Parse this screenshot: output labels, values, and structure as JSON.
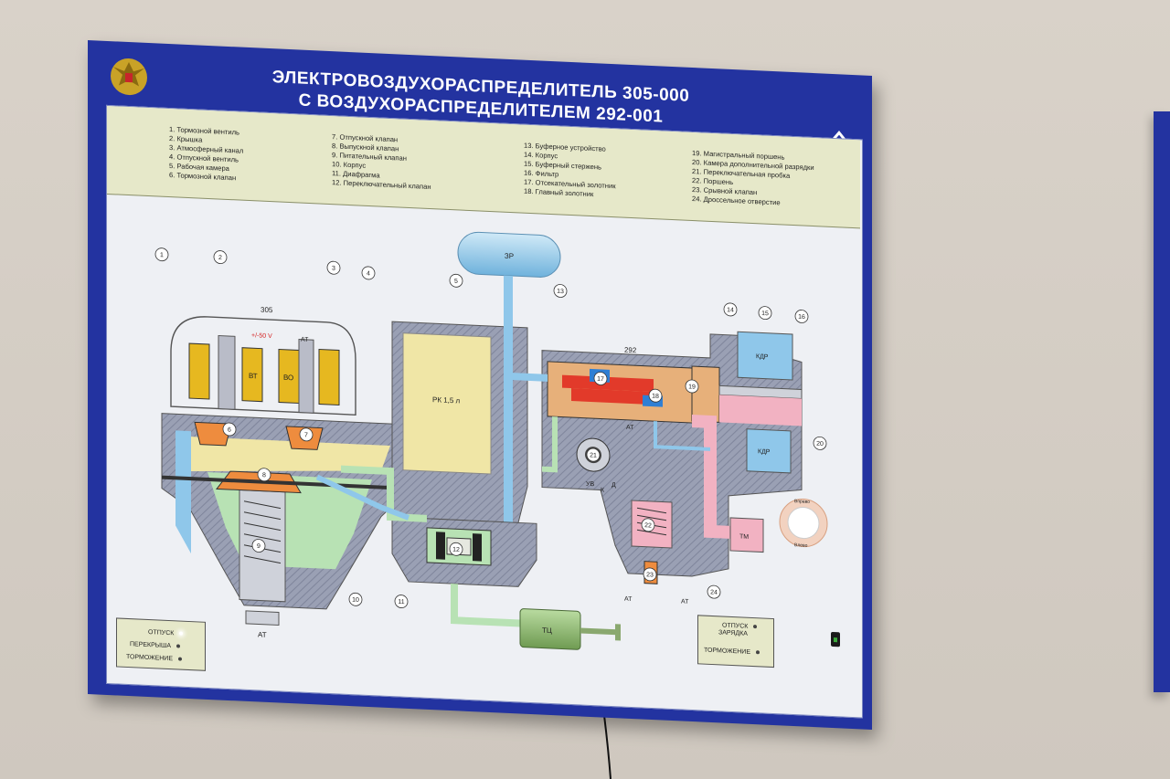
{
  "poster": {
    "title_line1": "ЭЛЕКТРОВОЗДУХОРАСПРЕДЕЛИТЕЛЬ 305-000",
    "title_line2": "С ВОЗДУХОРАСПРЕДЕЛИТЕЛЕМ 292-001",
    "legend_col1": [
      "1. Тормозной вентиль",
      "2. Крышка",
      "3. Атмосферный канал",
      "4. Отпускной вентиль",
      "5. Рабочая камера",
      "6. Тормозной клапан"
    ],
    "legend_col2": [
      "7. Отпускной клапан",
      "8. Выпускной клапан",
      "9. Питательный клапан",
      "10. Корпус",
      "11. Диафрагма",
      "12. Переключательный клапан"
    ],
    "legend_col3": [
      "13. Буферное устройство",
      "14. Корпус",
      "15. Буферный стержень",
      "16. Фильтр",
      "17. Отсекательный золотник",
      "18. Главный золотник"
    ],
    "legend_col4": [
      "19. Магистральный поршень",
      "20. Камера дополнительной разрядки",
      "21. Переключательная пробка",
      "22. Поршень",
      "23. Срывной клапан",
      "24. Дроссельное отверстие"
    ]
  },
  "diagram": {
    "reservoir_label": "ЗР",
    "label_305": "305",
    "label_292": "292",
    "voltage": "+/-50 V",
    "label_at": "АТ",
    "coil_vt": "ВТ",
    "coil_vo": "ВО",
    "chamber_label": "РК 1,5 л",
    "kdr_label": "КДР",
    "tm_label": "ТМ",
    "tc_label": "ТЦ",
    "uv": "УВ",
    "k": "К",
    "d": "Д",
    "knob_top": "Вправо",
    "knob_bottom": "Влево",
    "callouts": [
      "1",
      "2",
      "3",
      "4",
      "5",
      "6",
      "7",
      "8",
      "9",
      "10",
      "11",
      "12",
      "13",
      "14",
      "15",
      "16",
      "17",
      "18",
      "19",
      "20",
      "21",
      "22",
      "23",
      "24"
    ]
  },
  "controls_left": {
    "release": "ОТПУСК",
    "overlap": "ПЕРЕКРЫША",
    "braking": "ТОРМОЖЕНИЕ"
  },
  "controls_right": {
    "release_line1": "ОТПУСК",
    "release_line2": "ЗАРЯДКА",
    "braking": "ТОРМОЖЕНИЕ"
  },
  "colors": {
    "frame": "#2333a0",
    "legend_bg": "#e6e8c9",
    "body_gray": "#9aa0b4",
    "air_blue": "#8fc7ea",
    "pink": "#f2b2c2",
    "green": "#b8e2b4",
    "yellow": "#f0e6a6",
    "orange": "#ee8c3e",
    "red": "#e23a2a"
  }
}
